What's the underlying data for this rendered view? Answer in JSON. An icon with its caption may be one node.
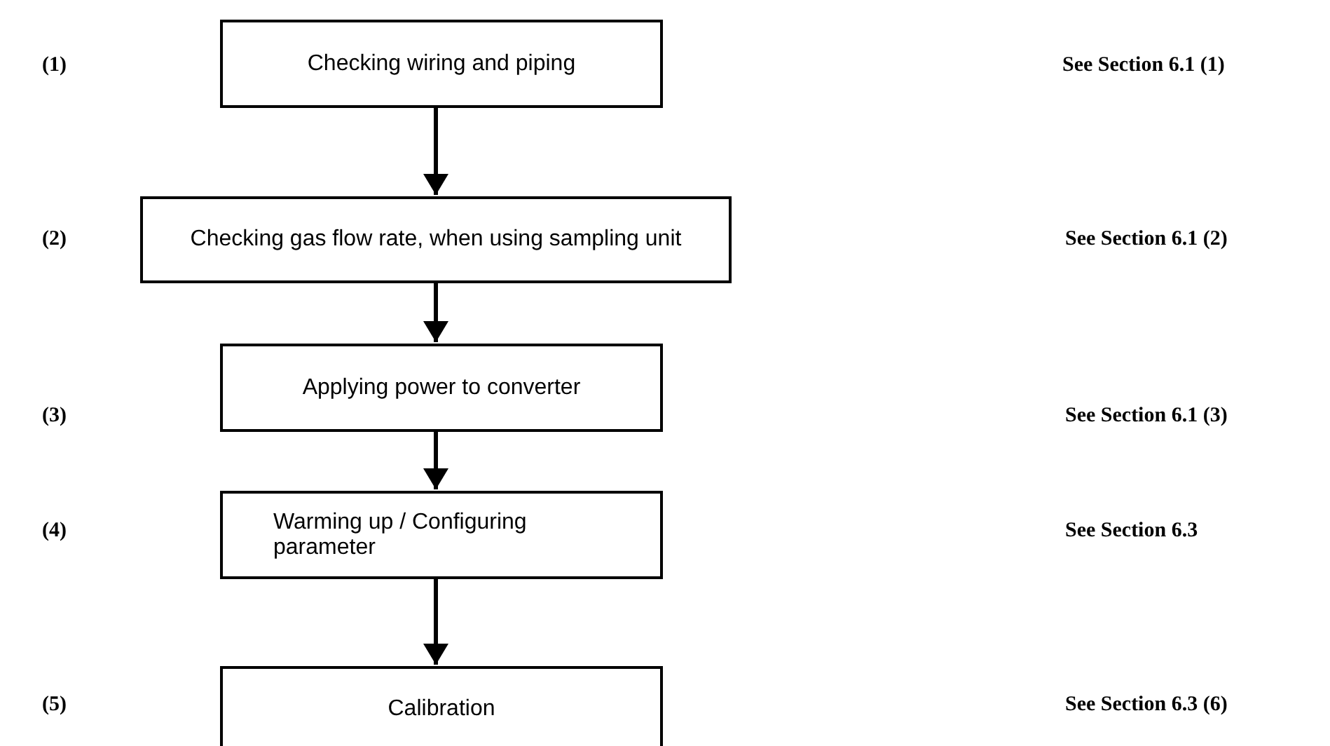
{
  "diagram": {
    "nodes": [
      {
        "text": [
          "Checking wiring and piping"
        ]
      },
      {
        "text": [
          "Checking gas flow rate, when using sampling unit"
        ]
      },
      {
        "text": [
          "Applying power to converter"
        ]
      },
      {
        "text": [
          "Warming up / Configuring parameter"
        ]
      },
      {
        "text": [
          "Calibration"
        ]
      }
    ],
    "edges": [
      {
        "from": 0,
        "to": 1,
        "arrow": "to"
      },
      {
        "from": 1,
        "to": 2,
        "arrow": "to"
      },
      {
        "from": 2,
        "to": 3,
        "arrow": "to"
      },
      {
        "from": 3,
        "to": 4,
        "arrow": "to"
      }
    ],
    "labels": [
      "(1)",
      "See Section 6.1 (1)",
      "(2)",
      "See Section 6.1 (2)",
      "(3)",
      "See Section 6.1 (3)",
      "(4)",
      "See Section 6.3",
      "(5)",
      "See Section 6.3 (6)"
    ]
  }
}
